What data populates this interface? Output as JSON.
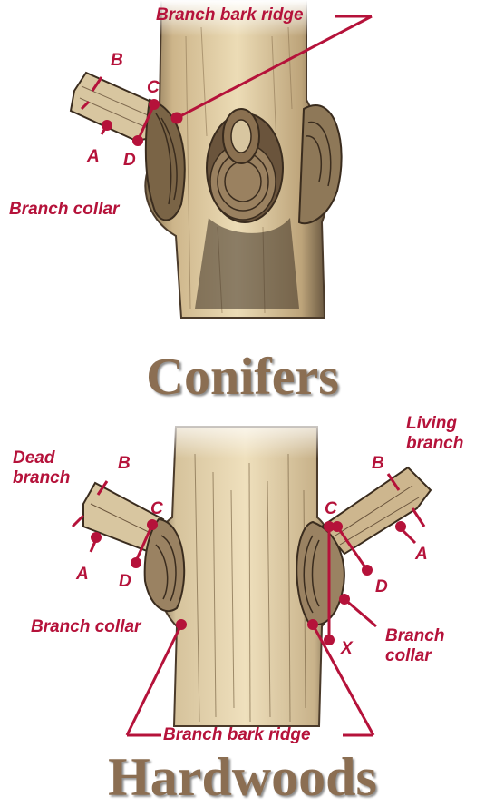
{
  "conifers": {
    "title": "Conifers",
    "labels": {
      "branch_bark_ridge": "Branch bark ridge",
      "branch_collar": "Branch collar",
      "a": "A",
      "b": "B",
      "c": "C",
      "d": "D"
    }
  },
  "hardwoods": {
    "title": "Hardwoods",
    "labels": {
      "dead_branch": "Dead\nbranch",
      "living_branch": "Living\nbranch",
      "branch_collar_left": "Branch collar",
      "branch_collar_right": "Branch\ncollar",
      "branch_bark_ridge": "Branch bark ridge",
      "a_left": "A",
      "b_left": "B",
      "c_left": "C",
      "d_left": "D",
      "a_right": "A",
      "b_right": "B",
      "c_right": "C",
      "d_right": "D",
      "x": "X"
    }
  },
  "colors": {
    "label_red": "#b5123a",
    "title_brown": "#8b6e52",
    "bark_light": "#e8d6b0",
    "bark_dark": "#4a3a2a"
  }
}
